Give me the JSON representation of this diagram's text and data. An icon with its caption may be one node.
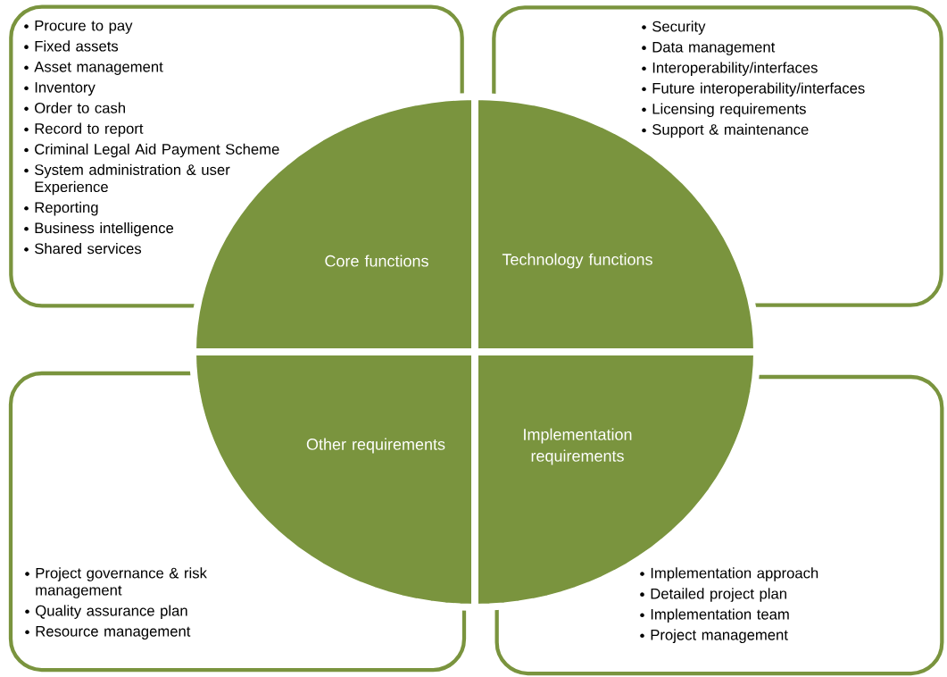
{
  "diagram": {
    "nodes": [
      {
        "text": [
          "Procure to pay",
          "Fixed assets",
          "Asset management",
          "Inventory",
          "Order to cash",
          "Record to report",
          "Criminal Legal Aid Payment Scheme",
          "System administration & user Experience",
          "Reporting",
          "Business intelligence",
          "Shared services"
        ]
      },
      {
        "text": [
          "Security",
          "Data management",
          "Interoperability/interfaces",
          "Future interoperability/interfaces",
          "Licensing requirements",
          "Support & maintenance"
        ]
      },
      {
        "text": [
          "Core functions"
        ]
      },
      {
        "text": [
          "Technology functions"
        ]
      },
      {
        "text": [
          "Other requirements"
        ]
      },
      {
        "text": [
          "Implementation requirements"
        ]
      },
      {
        "text": [
          "Project governance & risk management",
          "Quality assurance plan",
          "Resource management"
        ]
      },
      {
        "text": [
          "Implementation approach",
          "Detailed project plan",
          "Implementation team",
          "Project management"
        ]
      }
    ]
  }
}
